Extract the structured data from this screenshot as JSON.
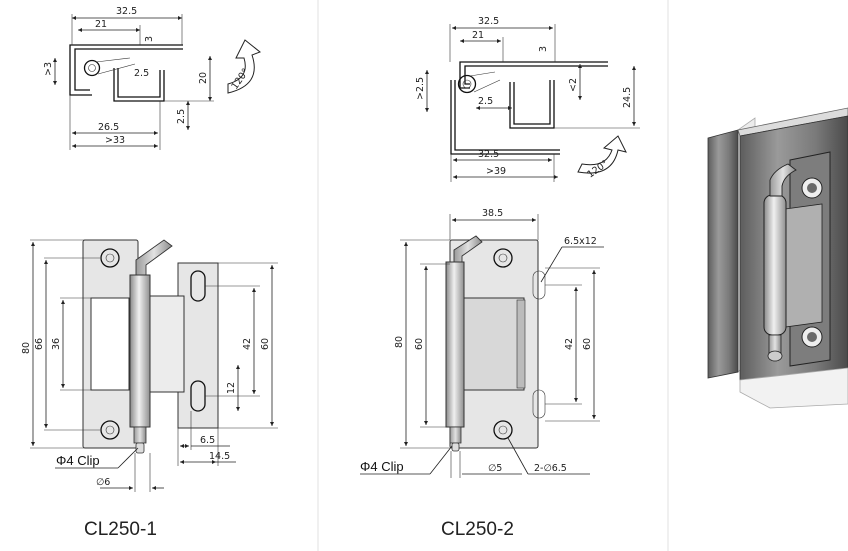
{
  "captions": {
    "left": "CL250-1",
    "middle": "CL250-2"
  },
  "left_top": {
    "d_32_5": "32.5",
    "d_21": "21",
    "d_3": "3",
    "d_gt3": ">3",
    "d_2_5a": "2.5",
    "d_20": "20",
    "d_2_5b": "2.5",
    "d_26_5": "26.5",
    "d_gt33": ">33",
    "angle": "120°"
  },
  "left_bottom": {
    "d_80": "80",
    "d_66": "66",
    "d_36": "36",
    "d_42": "42",
    "d_12": "12",
    "d_60": "60",
    "d_6_5": "6.5",
    "d_14_5": "14.5",
    "clip": "Φ4 Clip",
    "phi6": "∅6"
  },
  "mid_top": {
    "d_32_5a": "32.5",
    "d_21": "21",
    "d_3": "3",
    "d_gt2_5": ">2.5",
    "d_2_5": "2.5",
    "d_lt2": "<2",
    "d_24_5": "24.5",
    "d_32_5b": "32.5",
    "d_gt39": ">39",
    "angle": "120°"
  },
  "mid_bottom": {
    "d_38_5": "38.5",
    "slot": "6.5x12",
    "d_80": "80",
    "d_60a": "60",
    "d_42": "42",
    "d_60b": "60",
    "clip": "Φ4 Clip",
    "phi5": "∅5",
    "holes": "2-∅6.5"
  }
}
